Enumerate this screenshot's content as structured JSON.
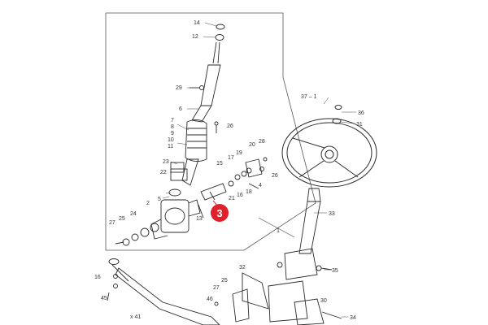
{
  "callout": {
    "number": "3",
    "color": "#e0202a"
  },
  "labels": {
    "l14": "14",
    "l12": "12",
    "l29": "29",
    "l6": "6",
    "l7": "7",
    "l8": "8",
    "l9": "9",
    "l10": "10",
    "l11": "11",
    "l26a": "26",
    "l23": "23",
    "l22": "22",
    "l5": "5",
    "l2": "2",
    "l27a": "27",
    "l25a": "25",
    "l24": "24",
    "l13": "13",
    "l15": "15",
    "l17": "17",
    "l19": "19",
    "l20": "20",
    "l28": "28",
    "l26b": "26",
    "l18": "18",
    "l16": "16",
    "l21": "21",
    "l4": "4",
    "l1": "1",
    "l37": "37 – 1",
    "l36": "36",
    "l31": "31",
    "l33": "33",
    "l35": "35",
    "l32": "32",
    "l25b": "25",
    "l27b": "27",
    "l46": "46",
    "l30": "30",
    "l34": "34",
    "l16b": "16",
    "l45": "45",
    "lx41": "x 41"
  },
  "colors": {
    "line": "#2b2b2b",
    "accent": "#e0202a"
  }
}
